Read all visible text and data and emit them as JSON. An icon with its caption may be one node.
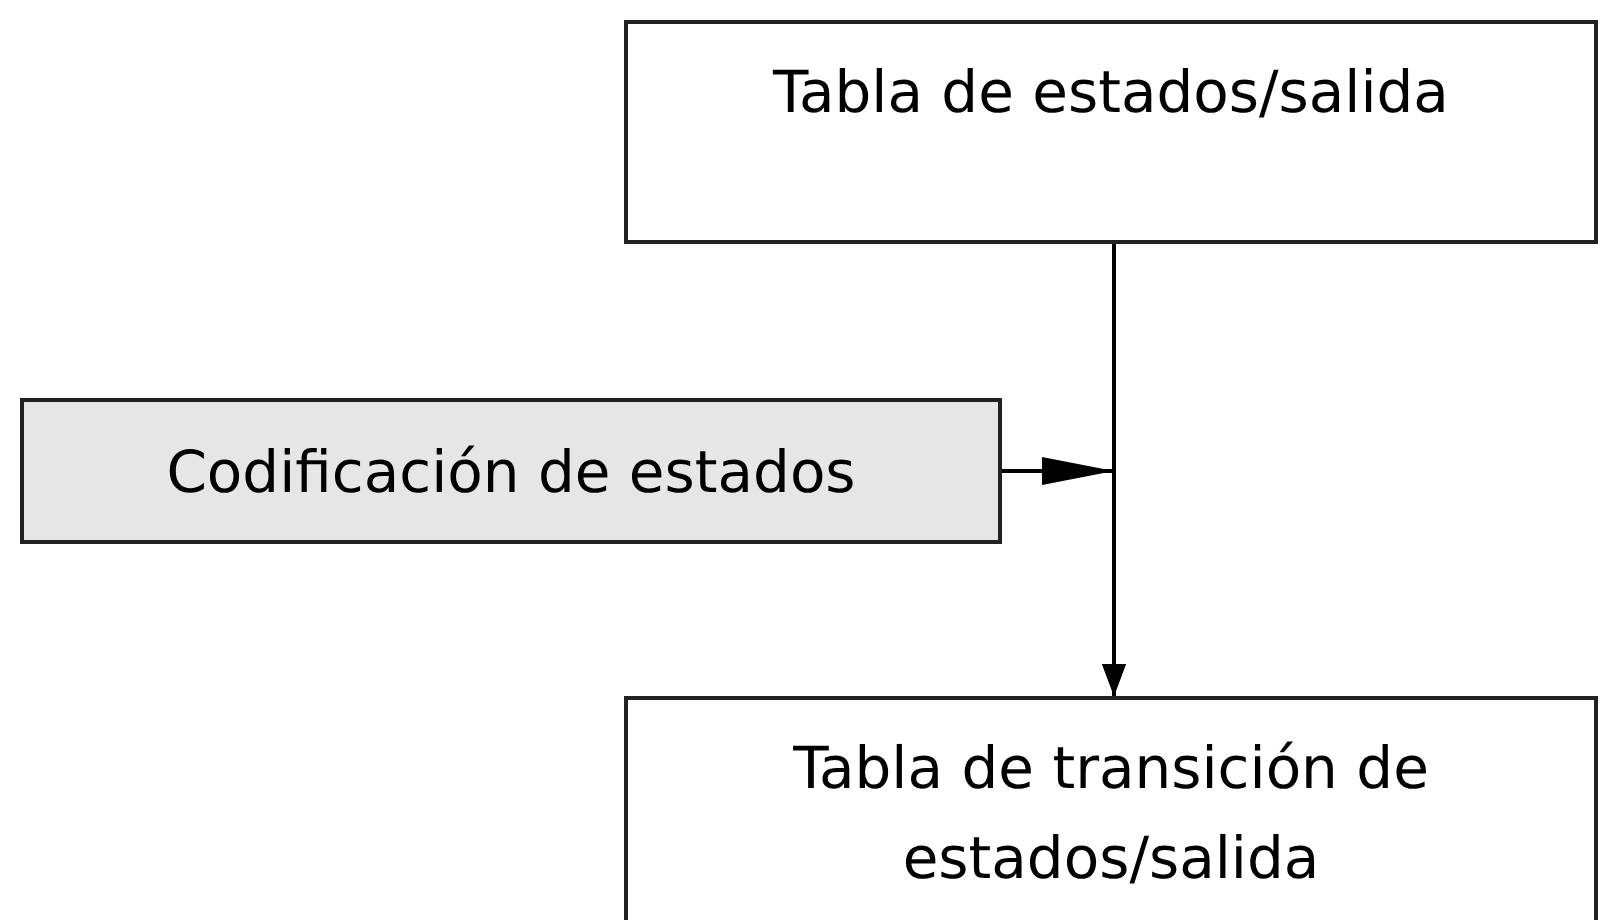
{
  "diagram": {
    "nodes": [
      {
        "text": [
          "Tabla de estados/salida"
        ]
      },
      {
        "text": [
          "Codificación de estados"
        ]
      },
      {
        "text": [
          "Tabla de transición de estados/salida"
        ]
      }
    ],
    "edges": [
      {
        "from": 0,
        "to": 2,
        "arrow": "to"
      },
      {
        "from": 1,
        "to": 2,
        "arrow": "to"
      }
    ]
  }
}
